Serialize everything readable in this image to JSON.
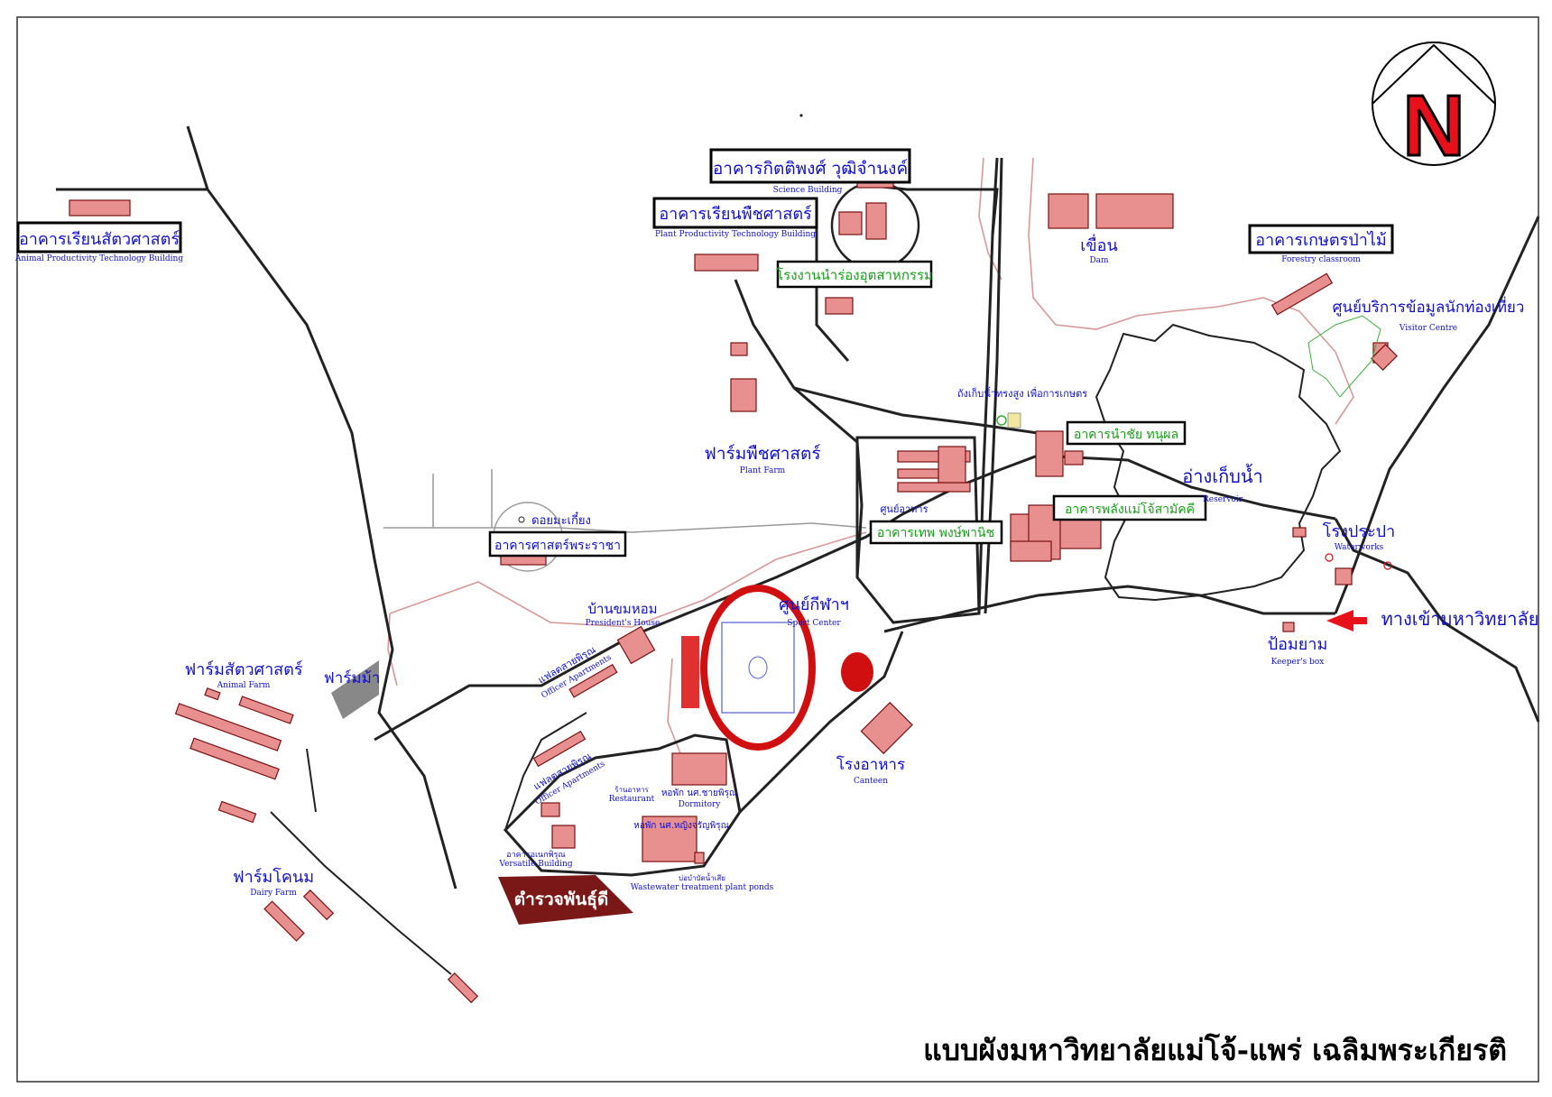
{
  "map_title": "แบบผังมหาวิทยาลัยแม่โจ้-แพร่ เฉลิมพระเกียรติ",
  "compass": {
    "letter": "N",
    "icon": "north-arrow-icon"
  },
  "colors": {
    "road": "#222222",
    "label_blue": "#1010c8",
    "label_green": "#18a018",
    "building": "#e89090",
    "highlight": "#7a1818",
    "entrance_arrow": "#e8101a"
  },
  "labels": {
    "animal_building": {
      "th": "อาคารเรียนสัตวศาสตร์",
      "en": "Animal Productivity Technology Building"
    },
    "science_building": {
      "th": "อาคารกิตติพงศ์ วุฒิจำนงค์",
      "en": "Science Building"
    },
    "plant_building": {
      "th": "อาคารเรียนพืชศาสตร์",
      "en": "Plant Productivity Technology Building"
    },
    "agro_industry": {
      "th": "โรงงานนำร่องอุตสาหกรรม"
    },
    "dam": {
      "th": "เขื่อน",
      "en": "Dam"
    },
    "forestry": {
      "th": "อาคารเกษตรป่าไม้",
      "en": "Forestry classroom"
    },
    "visitor": {
      "th": "ศูนย์บริการข้อมูลนักท่องเที่ยว",
      "en": "Visitor Centre"
    },
    "water_tank": {
      "th": "ถังเก็บน้ำทรงสูง เพื่อการเกษตร"
    },
    "plant_farm": {
      "th": "ฟาร์มพืชศาสตร์",
      "en": "Plant Farm"
    },
    "admin_building": {
      "th": "อาคารนำชัย ทนุผล"
    },
    "reservoir": {
      "th": "อ่างเก็บน้ำ",
      "en": "Reservoir"
    },
    "cafeteria": {
      "th": "ศูนย์อาหาร"
    },
    "energy_building": {
      "th": "อาคารพลังแม่โจ้สามัคคี"
    },
    "doi_label": {
      "th": "ดอยมะเกี๋ยง"
    },
    "sci_plant": {
      "th": "อาคารศาสตร์พระราชา"
    },
    "thep_building": {
      "th": "อาคารเทพ พงษ์พานิช"
    },
    "waterworks": {
      "th": "โรงประปา",
      "en": "Waterworks"
    },
    "president_house": {
      "th": "บ้านขมหอม",
      "en": "President's House"
    },
    "sport_center": {
      "th": "ศูนย์กีฬาฯ",
      "en": "Sport Center"
    },
    "entrance": {
      "th": "ทางเข้ามหาวิทยาลัย"
    },
    "keeper": {
      "th": "ป้อมยาม",
      "en": "Keeper's box"
    },
    "animal_farm": {
      "th": "ฟาร์มสัตวศาสตร์",
      "en": "Animal Farm"
    },
    "horse_farm": {
      "th": "ฟาร์มม้า"
    },
    "officer_apt1": {
      "th": "แฟลตสายพิรุณ",
      "en": "Officer Apartments"
    },
    "officer_apt2": {
      "th": "แฟลตสายพิรุณ",
      "en": "Officer Apartments"
    },
    "canteen": {
      "th": "โรงอาหาร",
      "en": "Canteen"
    },
    "dormitory1": {
      "th": "หอพัก นศ.ชายพิรุณ",
      "en": "Dormitory"
    },
    "dormitory2": {
      "th": "หอพัก นศ.หญิงจรัญพิรุณ"
    },
    "dairy_farm": {
      "th": "ฟาร์มโคนม",
      "en": "Dairy Farm"
    },
    "seed_check": {
      "th": "ตำรวจพันธุ์ดี"
    },
    "versatile": {
      "th": "อาคารอเนกพิรุณ",
      "en": "Versatile Building"
    },
    "wastewater": {
      "th": "บ่อบำบัดน้ำเสีย",
      "en": "Wastewater treatment plant ponds"
    },
    "restaurant": {
      "th": "ร้านอาหาร",
      "en": "Restaurant"
    }
  }
}
